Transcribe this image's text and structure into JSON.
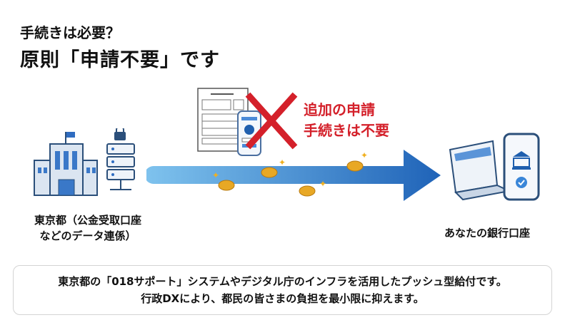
{
  "header": {
    "question": "手続きは必要？",
    "answer": "原則「申請不要」です"
  },
  "note": {
    "line1": "追加の申請",
    "line2": "手続きは不要"
  },
  "source": {
    "line1": "東京都（公金受取口座",
    "line2": "などのデータ連係）"
  },
  "destination": {
    "label": "あなたの銀行口座"
  },
  "info": {
    "line1": "東京都の「018サポート」システムやデジタル庁のインフラを活用したプッシュ型給付です。",
    "line2": "行政DXにより、都民の皆さまの負担を最小限に抑えます。"
  },
  "colors": {
    "accent_red": "#d4202a",
    "arrow_blue": "#1f6fc0",
    "coin": "#e8a825"
  }
}
